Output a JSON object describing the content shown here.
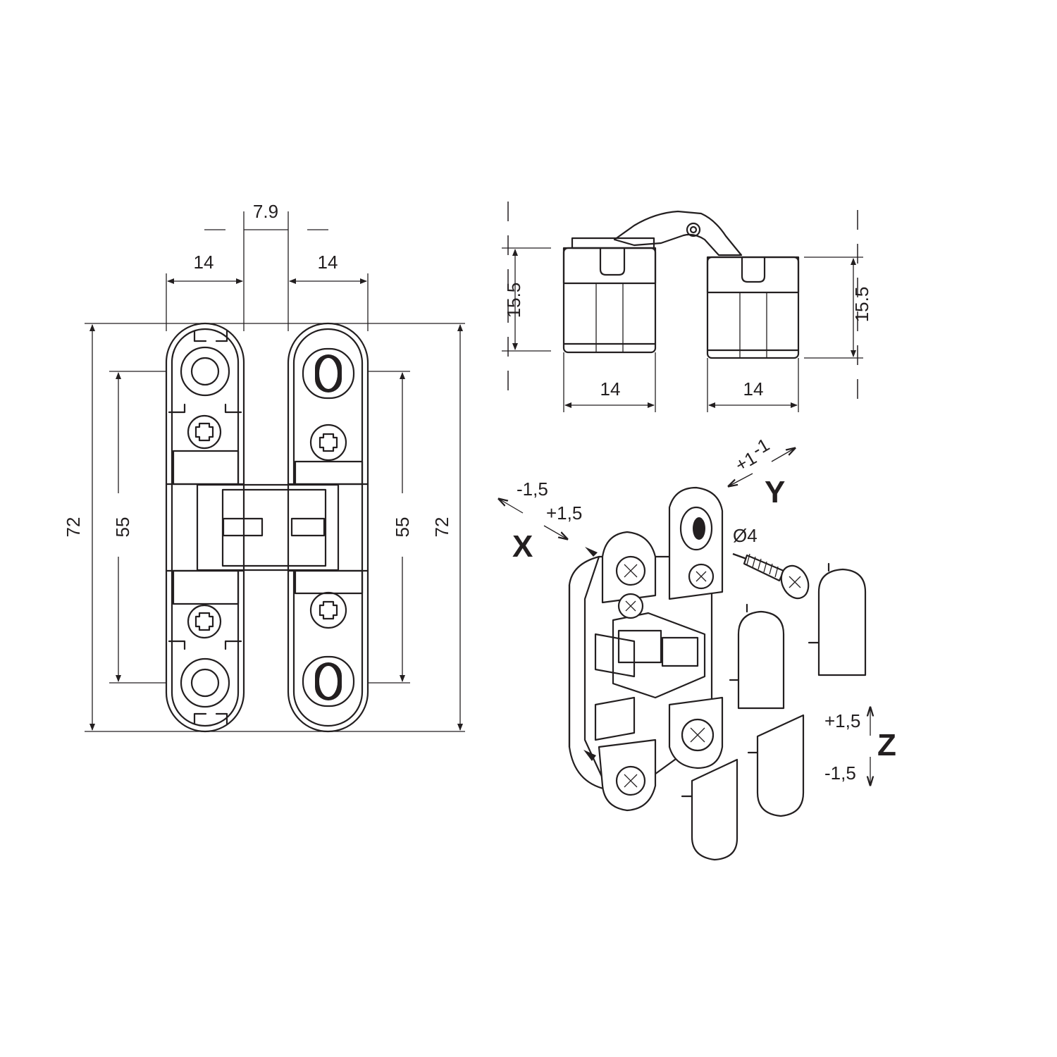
{
  "front_view": {
    "dim_gap": "7.9",
    "dim_left_width": "14",
    "dim_right_width": "14",
    "dim_left_height": "72",
    "dim_left_spacing": "55",
    "dim_right_spacing": "55",
    "dim_right_height": "72"
  },
  "top_view": {
    "dim_left_height": "15.5",
    "dim_right_height": "15.5",
    "dim_left_width": "14",
    "dim_right_width": "14"
  },
  "adjustment_view": {
    "axis_x": "X",
    "axis_y": "Y",
    "axis_z": "Z",
    "x_minus": "-1,5",
    "x_plus": "+1,5",
    "y_plus": "+1",
    "y_minus": "-1",
    "z_plus": "+1,5",
    "z_minus": "-1,5",
    "screw_diameter": "Ø4"
  },
  "colors": {
    "line": "#231f20",
    "background": "#ffffff"
  }
}
